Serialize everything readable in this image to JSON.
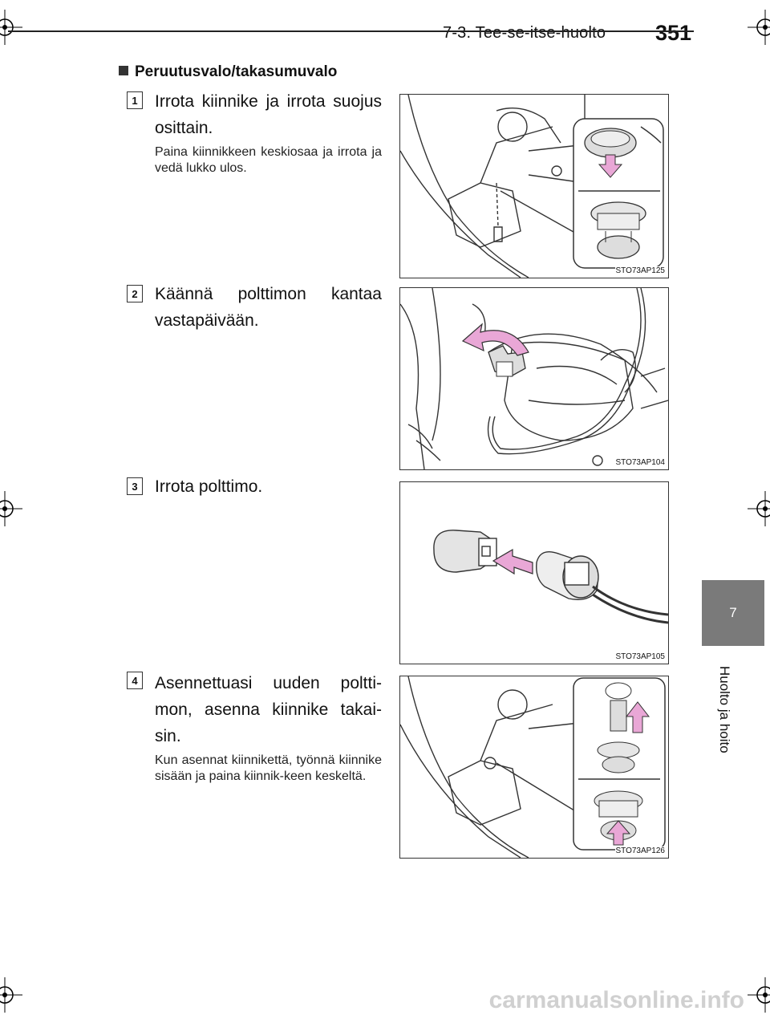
{
  "header": {
    "section": "7-3. Tee-se-itse-huolto",
    "page_number": "351"
  },
  "side_tab": {
    "chapter_number": "7",
    "chapter_label": "Huolto ja hoito"
  },
  "section_title": "Peruutusvalo/takasumuvalo",
  "steps": [
    {
      "number": "1",
      "text": "Irrota kiinnike ja irrota suojus osittain.",
      "subtext": "Paina kiinnikkeen keskiosaa ja irrota ja vedä lukko ulos.",
      "figure_code": "STO73AP125"
    },
    {
      "number": "2",
      "text": "Käännä polttimon kantaa vastapäivään.",
      "subtext": "",
      "figure_code": "STO73AP104"
    },
    {
      "number": "3",
      "text": "Irrota polttimo.",
      "subtext": "",
      "figure_code": "STO73AP105"
    },
    {
      "number": "4",
      "text": "Asennettuasi uuden poltti-mon, asenna kiinnike takai-sin.",
      "subtext": "Kun asennat kiinnikettä, työnnä kiinnike sisään ja paina kiinnik-keen keskeltä.",
      "figure_code": "STO73AP126"
    }
  ],
  "colors": {
    "arrow_pink": "#e9a7d6",
    "tab_gray": "#7a7a7a"
  },
  "watermark": "carmanualsonline.info"
}
